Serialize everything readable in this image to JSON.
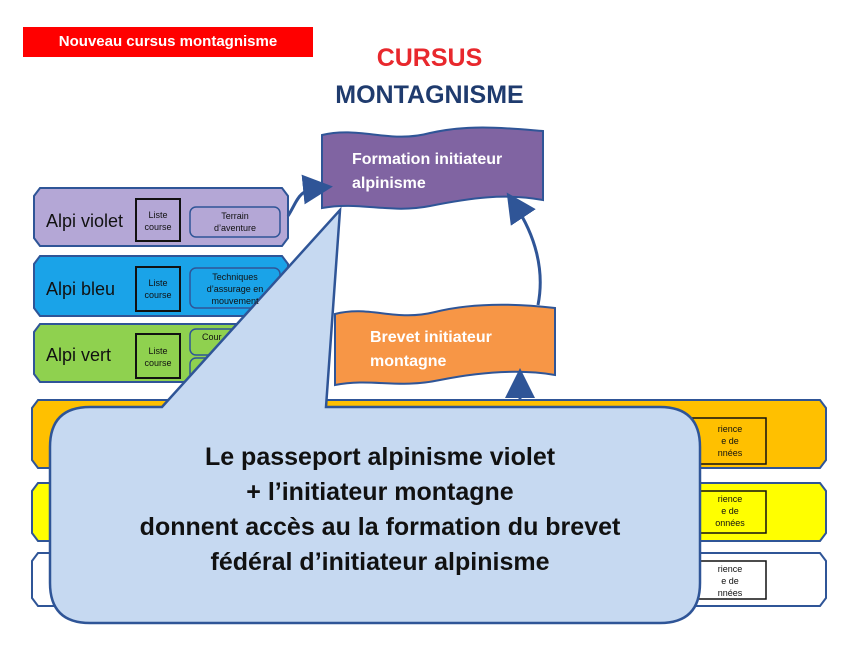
{
  "tag": "Nouveau cursus montagnisme",
  "title_line1": "CURSUS",
  "title_line2": "MONTAGNISME",
  "formation": {
    "line1": "Formation initiateur",
    "line2": "alpinisme"
  },
  "brevet": {
    "line1": "Brevet initiateur",
    "line2": "montagne"
  },
  "rows": [
    {
      "label": "Alpi violet",
      "list_l1": "Liste",
      "list_l2": "course",
      "detail_l1": "Terrain",
      "detail_l2": "d’aventure"
    },
    {
      "label": "Alpi bleu",
      "list_l1": "Liste",
      "list_l2": "course",
      "detail_l1": "Techniques",
      "detail_l2": "d’assurage en",
      "detail_l3": "mouvement"
    },
    {
      "label": "Alpi vert",
      "list_l1": "Liste",
      "list_l2": "course",
      "detail_l1": "Cour"
    }
  ],
  "right_boxes": [
    {
      "l1": "rience",
      "l2": "e de",
      "l3": "nnées"
    },
    {
      "l1": "rience",
      "l2": "e de",
      "l3": "onnées"
    },
    {
      "l1": "rience",
      "l2": "e de",
      "l3": "nnées"
    }
  ],
  "callout": {
    "line1": "Le passeport alpinisme violet",
    "line2": "+ l’initiateur montagne",
    "line3": "donnent accès au la formation du brevet",
    "line4": "fédéral d’initiateur alpinisme"
  },
  "colors": {
    "violet": "#b4a7d6",
    "bleu": "#1aa3e8",
    "vert": "#8fd14f",
    "formation": "#8064a2",
    "brevet": "#f79646",
    "orange_row": "#ffc000",
    "yellow_row": "#ffff00",
    "callout": "#c6d9f1",
    "tag": "#ff0000"
  }
}
